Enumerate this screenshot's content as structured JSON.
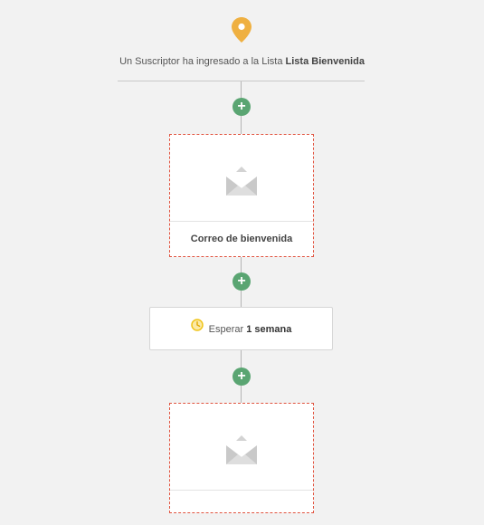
{
  "trigger": {
    "icon": "map-pin-icon",
    "text_prefix": "Un Suscriptor ha ingresado a la Lista",
    "list_name": "Lista Bienvenida",
    "pin_color": "#efb041"
  },
  "add_step": {
    "label": "+",
    "color": "#5aa572"
  },
  "steps": [
    {
      "type": "email",
      "icon": "envelope-icon",
      "label": "Correo de bienvenida",
      "border_color": "#e0533f"
    },
    {
      "type": "wait",
      "icon": "clock-icon",
      "prefix": "Esperar",
      "duration": "1 semana",
      "icon_color": "#f0c419"
    },
    {
      "type": "email",
      "icon": "envelope-icon",
      "label": "",
      "border_color": "#e0533f"
    }
  ]
}
